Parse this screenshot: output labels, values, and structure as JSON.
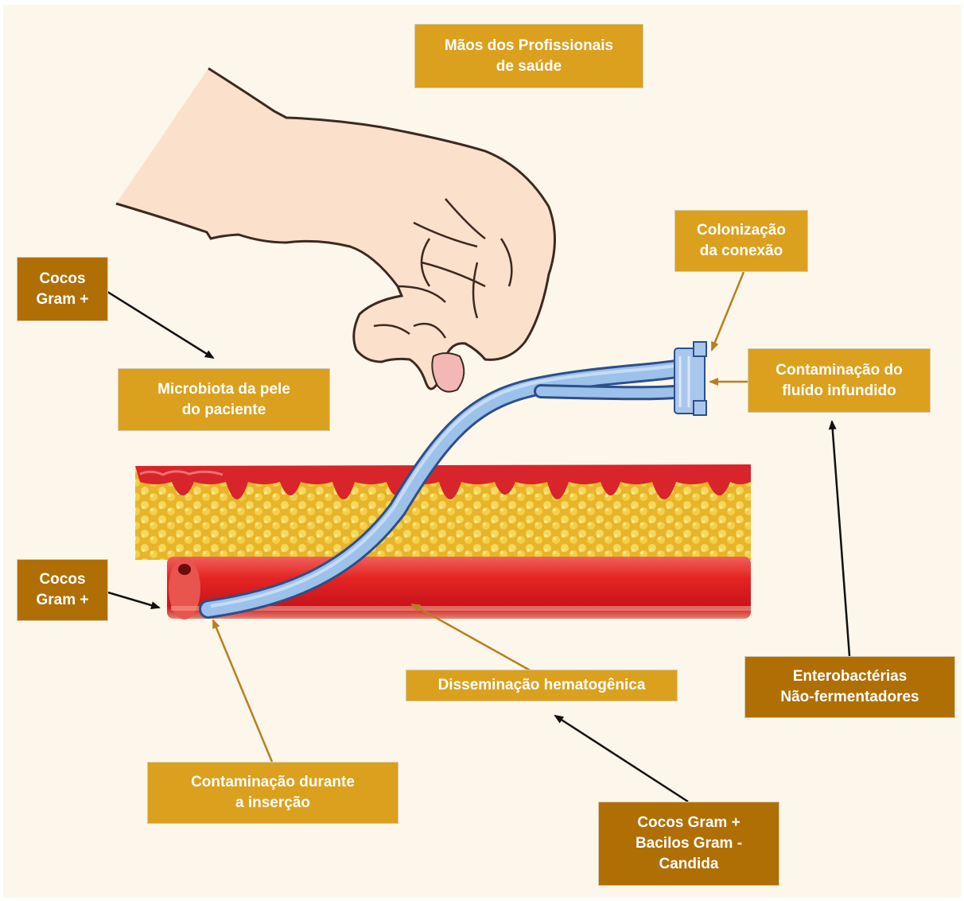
{
  "colors": {
    "label_light": "#dba01e",
    "label_dark": "#b06f05",
    "background": "#fdf6ea",
    "arrow_black": "#111111",
    "arrow_brown": "#b7801d"
  },
  "labels": {
    "hands": "Mãos dos Profissionais\nde saúde",
    "connection": "Colonização\nda conexão",
    "fluid": "Contaminação do\nfluído infundido",
    "skin": "Microbiota da pele\ndo paciente",
    "cocci_top": "Cocos\nGram +",
    "cocci_left": "Cocos\nGram +",
    "hematogenous": "Disseminação hematogênica",
    "insertion": "Contaminação durante\na inserção",
    "entero": "Enterobactérias\nNão-fermentadores",
    "cocci_bacilli": "Cocos Gram +\nBacilos Gram -\nCandida"
  },
  "illustration": {
    "hand": "hand-holding-catheter",
    "catheter": "catheter-tube",
    "skin_layers": "skin-and-fat-layers",
    "vessel": "blood-vessel"
  }
}
